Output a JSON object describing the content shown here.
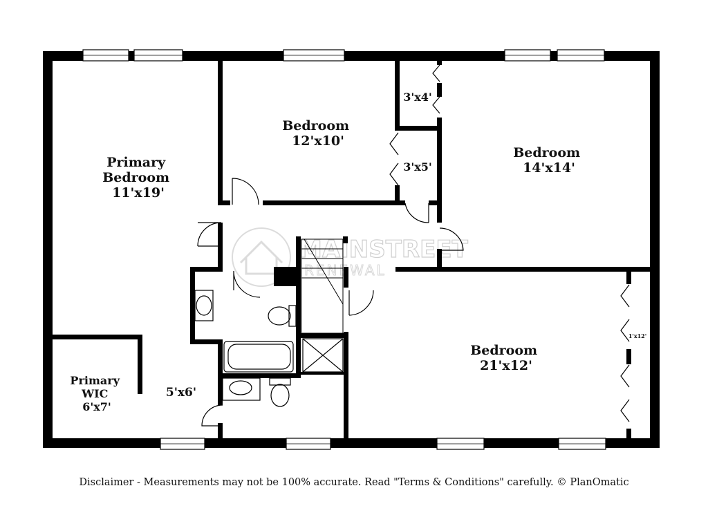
{
  "rooms": [
    {
      "id": "primary-bedroom",
      "lines": [
        "Primary",
        "Bedroom",
        "11'x19'"
      ]
    },
    {
      "id": "bedroom-1",
      "lines": [
        "Bedroom",
        "12'x10'"
      ]
    },
    {
      "id": "closet-1",
      "lines": [
        "3'x4'"
      ]
    },
    {
      "id": "closet-2",
      "lines": [
        "3'x5'"
      ]
    },
    {
      "id": "bedroom-2",
      "lines": [
        "Bedroom",
        "14'x14'"
      ]
    },
    {
      "id": "primary-wic",
      "lines": [
        "Primary",
        "WIC",
        "6'x7'"
      ]
    },
    {
      "id": "bath",
      "lines": [
        "5'x6'"
      ]
    },
    {
      "id": "bedroom-3",
      "lines": [
        "Bedroom",
        "21'x12'"
      ]
    },
    {
      "id": "closet-3",
      "lines": [
        "1'x12'"
      ]
    }
  ],
  "watermark": {
    "line1": "MAINSTREET",
    "line2": "RENEWAL"
  },
  "disclaimer": "Disclaimer - Measurements may not be 100% accurate. Read \"Terms & Conditions\" carefully. © PlanOmatic"
}
